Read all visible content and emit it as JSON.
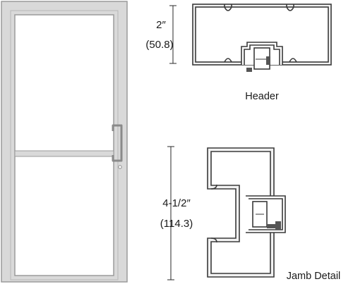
{
  "header_section": {
    "dimension_inches": "2″",
    "dimension_mm": "(50.8)",
    "caption": "Header"
  },
  "jamb_section": {
    "dimension_inches": "4-1/2″",
    "dimension_mm": "(114.3)",
    "caption": "Jamb Detail"
  },
  "colors": {
    "outline": "#3a3a3a",
    "frame_fill": "#d9d9d9",
    "gasket": "#555555"
  }
}
